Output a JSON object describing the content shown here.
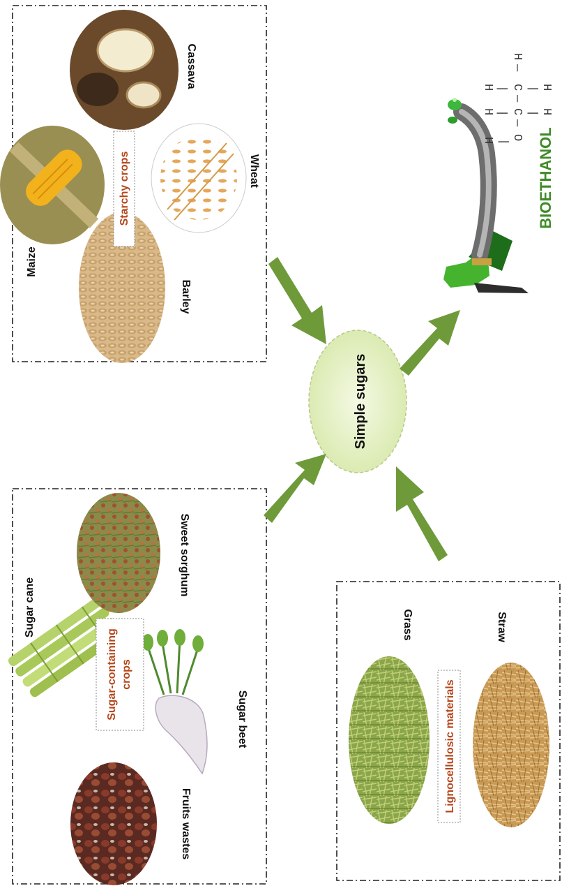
{
  "groups": {
    "starchy": {
      "category": "Starchy crops",
      "items": {
        "cassava": "Cassava",
        "maize": "Maize",
        "wheat": "Wheat",
        "barley": "Barley"
      }
    },
    "sugar": {
      "category_line1": "Sugar-containing",
      "category_line2": "crops",
      "items": {
        "sugar_cane": "Sugar cane",
        "sweet_sorghum": "Sweet sorghum",
        "sugar_beet": "Sugar beet",
        "fruits_wastes": "Fruits wastes"
      }
    },
    "ligno": {
      "category": "Lignocellulosic materials",
      "items": {
        "grass": "Grass",
        "straw": "Straw"
      }
    }
  },
  "center": {
    "label": "Simple sugars"
  },
  "product": {
    "label": "BIOETHANOL"
  },
  "molecule": {
    "h": "H",
    "o": "O",
    "c": "C",
    "bond_h": "—",
    "bond_v": "|"
  },
  "colors": {
    "arrow": "#6e9a3a",
    "product_text": "#3f8a27",
    "category_text": "#b5461b",
    "center_fill": "#e8f2c8"
  }
}
